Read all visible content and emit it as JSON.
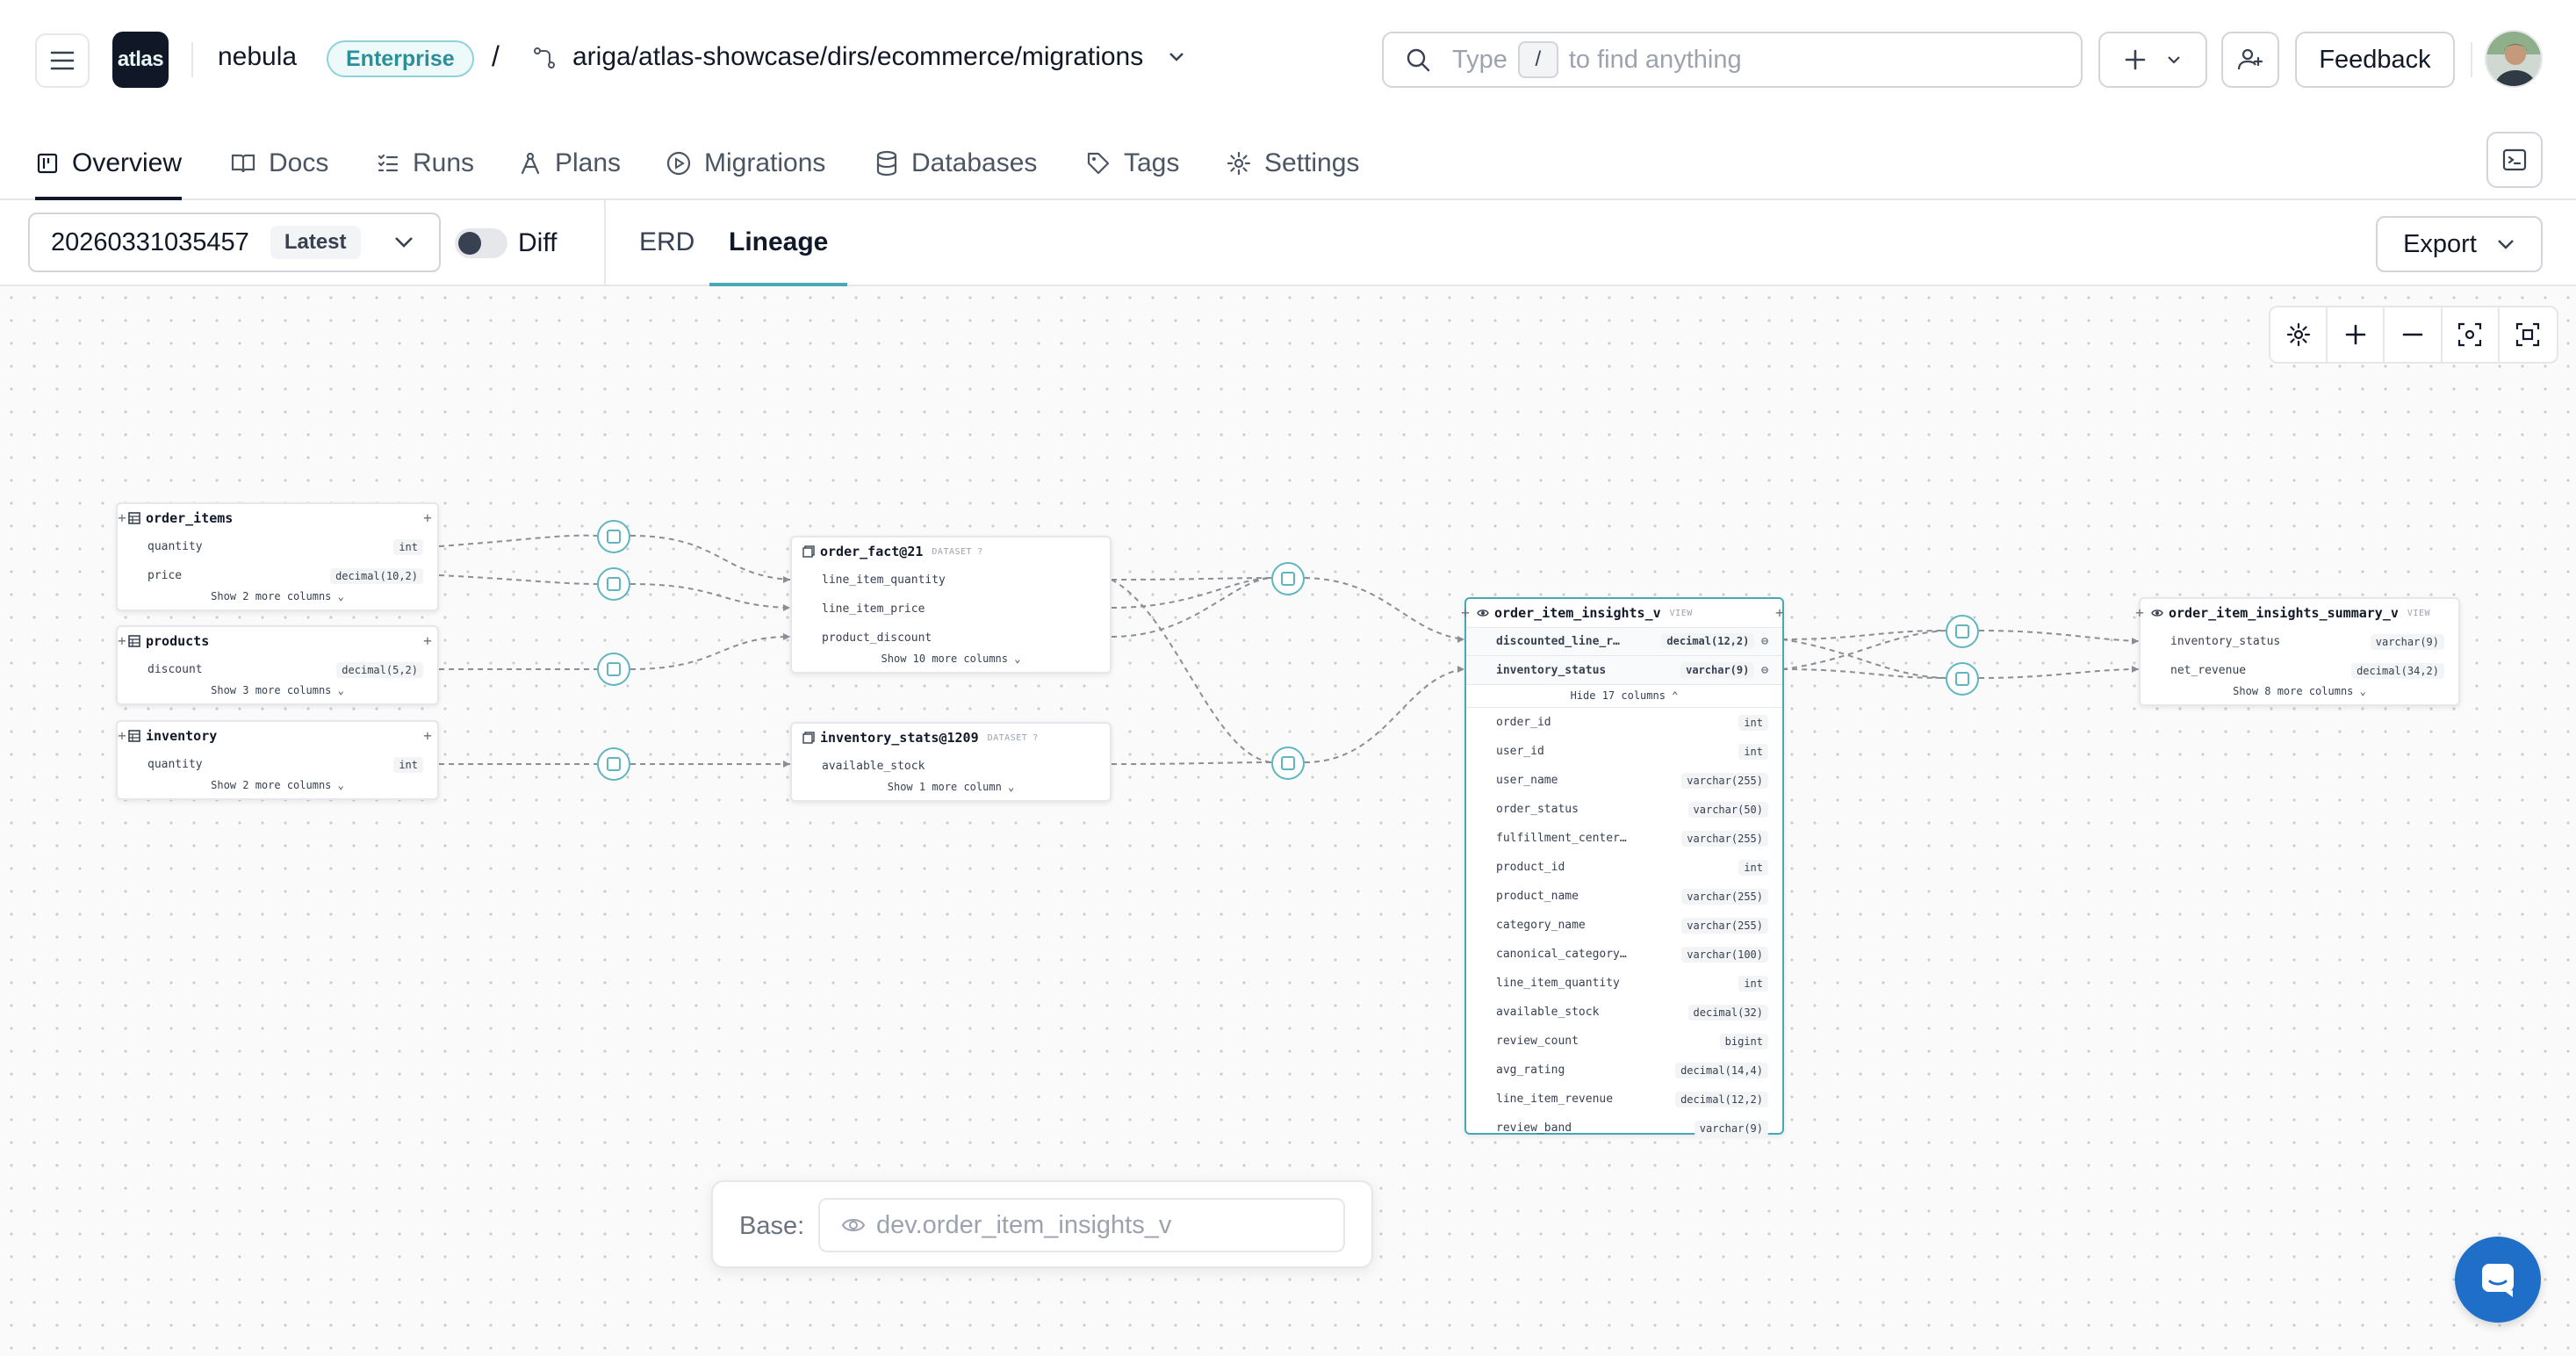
{
  "header": {
    "logo_text": "atlas",
    "org": "nebula",
    "plan_badge": "Enterprise",
    "separator": "/",
    "repo_path": "ariga/atlas-showcase/dirs/ecommerce/migrations",
    "search": {
      "prefix": "Type",
      "key": "/",
      "suffix": "to find anything"
    },
    "feedback_label": "Feedback"
  },
  "nav": {
    "tabs": [
      {
        "label": "Overview",
        "icon": "overview-icon",
        "active": true
      },
      {
        "label": "Docs",
        "icon": "book-icon"
      },
      {
        "label": "Runs",
        "icon": "runs-icon"
      },
      {
        "label": "Plans",
        "icon": "plans-icon"
      },
      {
        "label": "Migrations",
        "icon": "play-circle-icon"
      },
      {
        "label": "Databases",
        "icon": "database-icon"
      },
      {
        "label": "Tags",
        "icon": "tag-icon"
      },
      {
        "label": "Settings",
        "icon": "gear-icon"
      }
    ]
  },
  "toolbar": {
    "version": "20260331035457",
    "version_badge": "Latest",
    "diff_label": "Diff",
    "view_tabs": [
      "ERD",
      "Lineage"
    ],
    "active_view": "Lineage",
    "export_label": "Export"
  },
  "graph": {
    "order_items": {
      "name": "order_items",
      "columns": [
        {
          "name": "quantity",
          "type": "int"
        },
        {
          "name": "price",
          "type": "decimal(10,2)"
        }
      ],
      "more": "Show 2 more columns"
    },
    "products": {
      "name": "products",
      "columns": [
        {
          "name": "discount",
          "type": "decimal(5,2)"
        }
      ],
      "more": "Show 3 more columns"
    },
    "inventory": {
      "name": "inventory",
      "columns": [
        {
          "name": "quantity",
          "type": "int"
        }
      ],
      "more": "Show 2 more columns"
    },
    "order_fact": {
      "name": "order_fact@21",
      "tag": "DATASET",
      "columns": [
        "line_item_quantity",
        "line_item_price",
        "product_discount"
      ],
      "more": "Show 10 more columns"
    },
    "inventory_stats": {
      "name": "inventory_stats@1209",
      "tag": "DATASET",
      "columns": [
        "available_stock"
      ],
      "more": "Show 1 more column"
    },
    "insights": {
      "name": "order_item_insights_v",
      "tag": "VIEW",
      "key_columns": [
        {
          "name": "discounted_line_r…",
          "type": "decimal(12,2)"
        },
        {
          "name": "inventory_status",
          "type": "varchar(9)"
        }
      ],
      "hide_label": "Hide 17 columns",
      "columns": [
        {
          "name": "order_id",
          "type": "int"
        },
        {
          "name": "user_id",
          "type": "int"
        },
        {
          "name": "user_name",
          "type": "varchar(255)"
        },
        {
          "name": "order_status",
          "type": "varchar(50)"
        },
        {
          "name": "fulfillment_center…",
          "type": "varchar(255)"
        },
        {
          "name": "product_id",
          "type": "int"
        },
        {
          "name": "product_name",
          "type": "varchar(255)"
        },
        {
          "name": "category_name",
          "type": "varchar(255)"
        },
        {
          "name": "canonical_category…",
          "type": "varchar(100)"
        },
        {
          "name": "line_item_quantity",
          "type": "int"
        },
        {
          "name": "available_stock",
          "type": "decimal(32)"
        },
        {
          "name": "review_count",
          "type": "bigint"
        },
        {
          "name": "avg_rating",
          "type": "decimal(14,4)"
        },
        {
          "name": "line_item_revenue",
          "type": "decimal(12,2)"
        },
        {
          "name": "review_band",
          "type": "varchar(9)"
        }
      ]
    },
    "summary": {
      "name": "order_item_insights_summary_v",
      "tag": "VIEW",
      "columns": [
        {
          "name": "inventory_status",
          "type": "varchar(9)"
        },
        {
          "name": "net_revenue",
          "type": "decimal(34,2)"
        }
      ],
      "more": "Show 8 more columns"
    }
  },
  "base": {
    "label": "Base:",
    "placeholder": "dev.order_item_insights_v"
  },
  "colors": {
    "accent": "#48a9b4",
    "connector": "#5fb6bf",
    "chat": "#1f6fc9"
  }
}
